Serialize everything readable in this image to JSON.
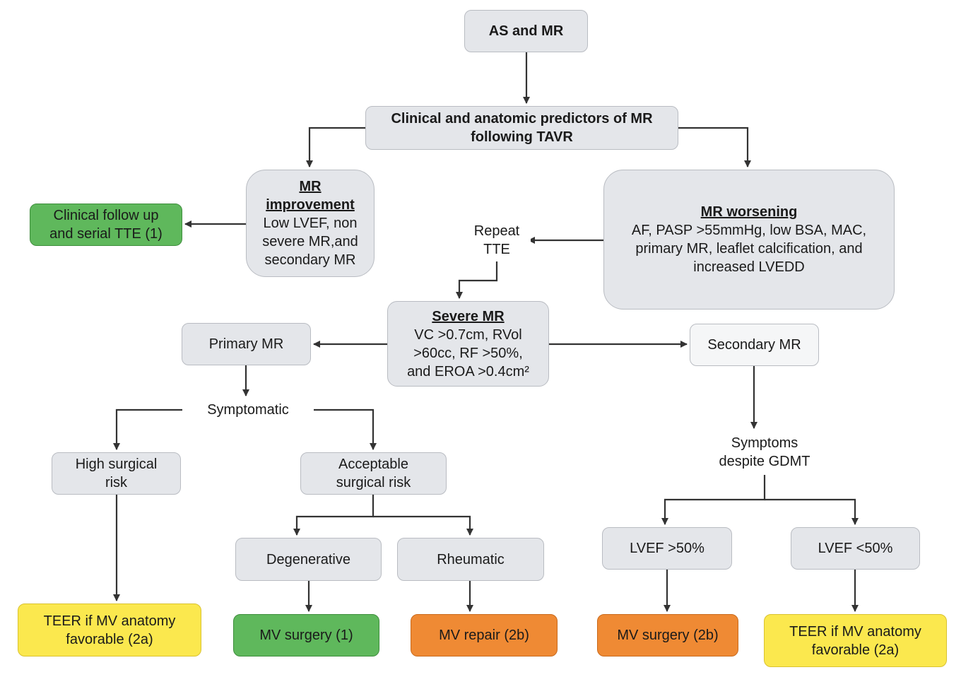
{
  "nodes": {
    "as_mr": "AS and MR",
    "predictors": [
      "Clinical and anatomic predictors of MR",
      "following TAVR"
    ],
    "mr_improvement": {
      "heading": [
        "MR",
        "improvement"
      ],
      "body": [
        "Low LVEF, non",
        "severe MR,and",
        "secondary MR"
      ]
    },
    "clinical_followup": [
      "Clinical follow up",
      "and serial TTE (1)"
    ],
    "mr_worsening": {
      "heading": "MR worsening",
      "body": [
        "AF, PASP >55mmHg, low BSA, MAC,",
        "primary MR, leaflet calcification, and",
        "increased LVEDD"
      ]
    },
    "repeat_tte": [
      "Repeat",
      "TTE"
    ],
    "severe_mr": {
      "heading": "Severe MR",
      "body": [
        "VC >0.7cm, RVol",
        ">60cc, RF >50%,",
        "and EROA >0.4cm²"
      ]
    },
    "primary_mr": "Primary MR",
    "secondary_mr": "Secondary MR",
    "symptomatic": "Symptomatic",
    "high_risk": [
      "High surgical",
      "risk"
    ],
    "acceptable_risk": [
      "Acceptable",
      "surgical risk"
    ],
    "degenerative": "Degenerative",
    "rheumatic": "Rheumatic",
    "symptoms_gdmt": [
      "Symptoms",
      "despite GDMT"
    ],
    "lvef_gt50": "LVEF >50%",
    "lvef_lt50": "LVEF <50%",
    "teer_left": [
      "TEER if MV anatomy",
      "favorable (2a)"
    ],
    "mv_surgery_1": "MV surgery (1)",
    "mv_repair_2b": "MV repair (2b)",
    "mv_surgery_2b": "MV surgery (2b)",
    "teer_right": [
      "TEER if MV anatomy",
      "favorable (2a)"
    ]
  },
  "colors": {
    "gray_box": "#e4e6ea",
    "green": "#5fb85c",
    "yellow": "#fbe84e",
    "orange": "#ef8a34",
    "connector": "#333333"
  }
}
